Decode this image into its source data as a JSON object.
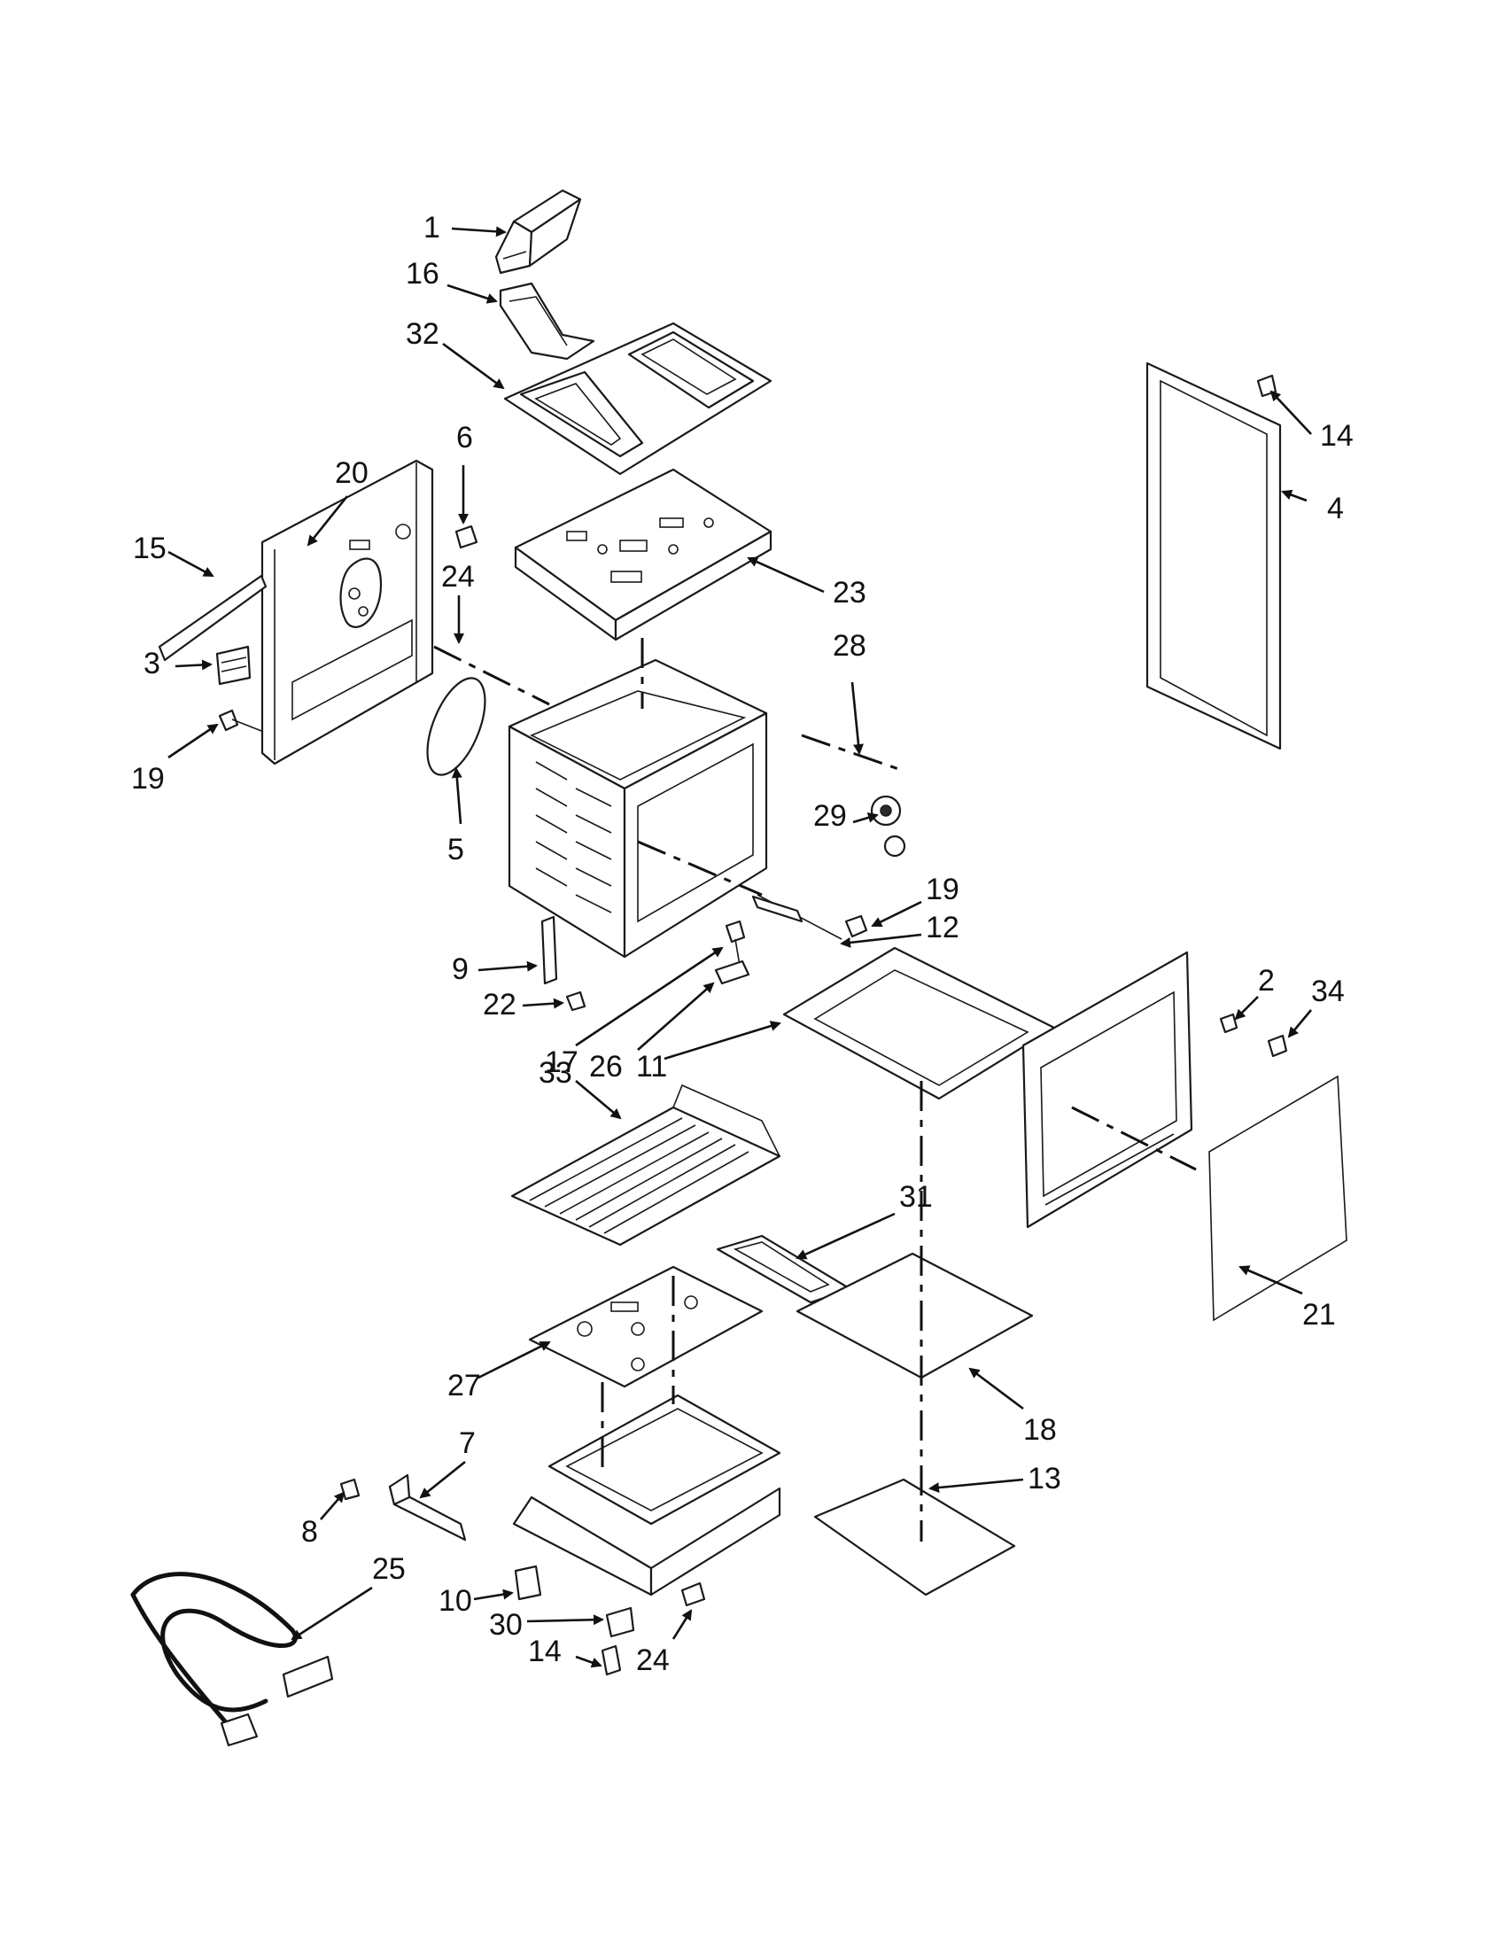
{
  "callouts": [
    {
      "id": "c1",
      "label": "1"
    },
    {
      "id": "c16",
      "label": "16"
    },
    {
      "id": "c32",
      "label": "32"
    },
    {
      "id": "c6",
      "label": "6"
    },
    {
      "id": "c20",
      "label": "20"
    },
    {
      "id": "c15",
      "label": "15"
    },
    {
      "id": "c24a",
      "label": "24"
    },
    {
      "id": "c3",
      "label": "3"
    },
    {
      "id": "c19a",
      "label": "19"
    },
    {
      "id": "c5",
      "label": "5"
    },
    {
      "id": "c23",
      "label": "23"
    },
    {
      "id": "c28",
      "label": "28"
    },
    {
      "id": "c29",
      "label": "29"
    },
    {
      "id": "c19b",
      "label": "19"
    },
    {
      "id": "c12",
      "label": "12"
    },
    {
      "id": "c9",
      "label": "9"
    },
    {
      "id": "c22",
      "label": "22"
    },
    {
      "id": "c17",
      "label": "17"
    },
    {
      "id": "c26",
      "label": "26"
    },
    {
      "id": "c11",
      "label": "11"
    },
    {
      "id": "c14a",
      "label": "14"
    },
    {
      "id": "c4",
      "label": "4"
    },
    {
      "id": "c2",
      "label": "2"
    },
    {
      "id": "c34",
      "label": "34"
    },
    {
      "id": "c33",
      "label": "33"
    },
    {
      "id": "c31",
      "label": "31"
    },
    {
      "id": "c21",
      "label": "21"
    },
    {
      "id": "c27",
      "label": "27"
    },
    {
      "id": "c18",
      "label": "18"
    },
    {
      "id": "c7",
      "label": "7"
    },
    {
      "id": "c13",
      "label": "13"
    },
    {
      "id": "c8",
      "label": "8"
    },
    {
      "id": "c25",
      "label": "25"
    },
    {
      "id": "c10",
      "label": "10"
    },
    {
      "id": "c30",
      "label": "30"
    },
    {
      "id": "c14b",
      "label": "14"
    },
    {
      "id": "c24b",
      "label": "24"
    }
  ]
}
